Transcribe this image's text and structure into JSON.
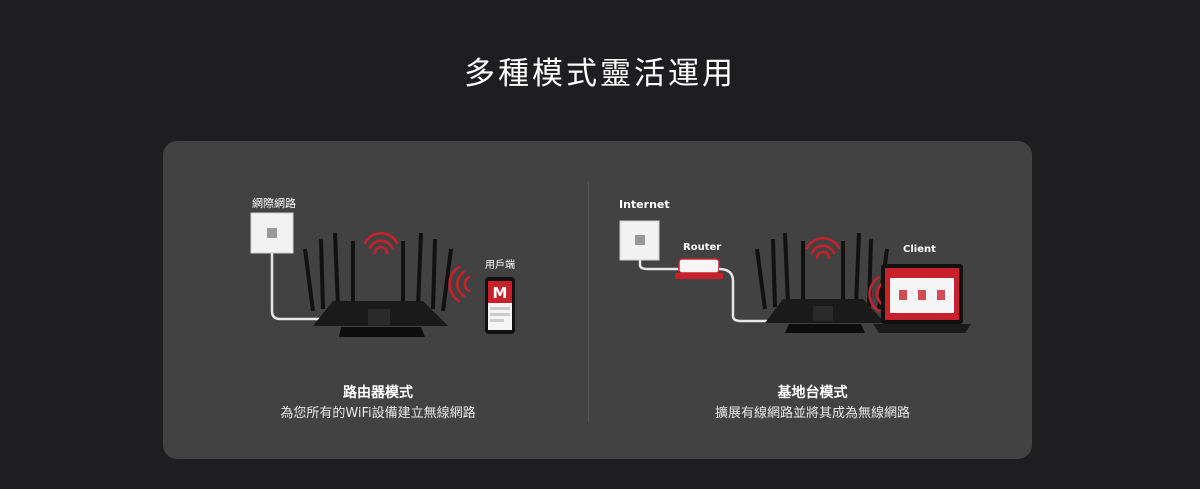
{
  "page": {
    "title": "多種模式靈活運用"
  },
  "modes": [
    {
      "name": "路由器模式",
      "description": "為您所有的WiFi設備建立無線網路",
      "labels": {
        "source": "網際網路",
        "client": "用戶端"
      }
    },
    {
      "name": "基地台模式",
      "description": "擴展有線網路並將其成為無線網路",
      "labels": {
        "source": "Internet",
        "router": "Router",
        "client": "Client"
      }
    }
  ],
  "colors": {
    "background": "#1e1d1f",
    "panel": "#424242",
    "accent": "#c8212b"
  },
  "icons": [
    "wall-outlet-icon",
    "router-icon",
    "wifi-signal-icon",
    "smartphone-icon",
    "laptop-icon",
    "cable-icon"
  ]
}
